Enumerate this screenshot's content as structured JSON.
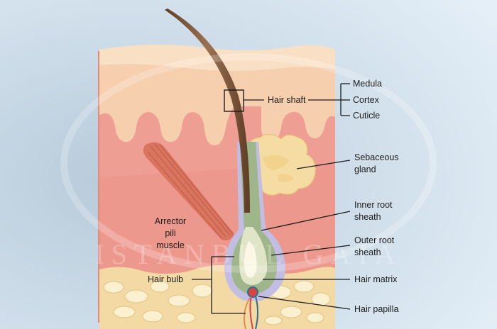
{
  "labels": {
    "hair_shaft": "Hair shaft",
    "medula": "Medula",
    "cortex": "Cortex",
    "cuticle": "Cuticle",
    "sebaceous_line1": "Sebaceous",
    "sebaceous_line2": "gland",
    "inner_root_line1": "Inner root",
    "inner_root_line2": "sheath",
    "outer_root_line1": "Outer root",
    "outer_root_line2": "sheath",
    "hair_matrix": "Hair matrix",
    "hair_papilla": "Hair papilla",
    "arrector_line1": "Arrector",
    "arrector_line2": "pili",
    "arrector_line3": "muscle",
    "hair_bulb": "Hair bulb"
  },
  "colors": {
    "background": "#d9e8f3",
    "epidermis": "#f6cfae",
    "dermis": "#ef9e93",
    "fat": "#f3d9a4",
    "fat_cells": "#fbf0cf",
    "outer_sheath": "#c2bde2",
    "inner_sheath": "#9fb58a",
    "hair": "#7a5335",
    "muscle": "#d9745f",
    "gland": "#f4dca2",
    "papilla": "#d64545",
    "leader_line": "#1c1c1c"
  },
  "watermark": "ISTANBUL GAIA"
}
